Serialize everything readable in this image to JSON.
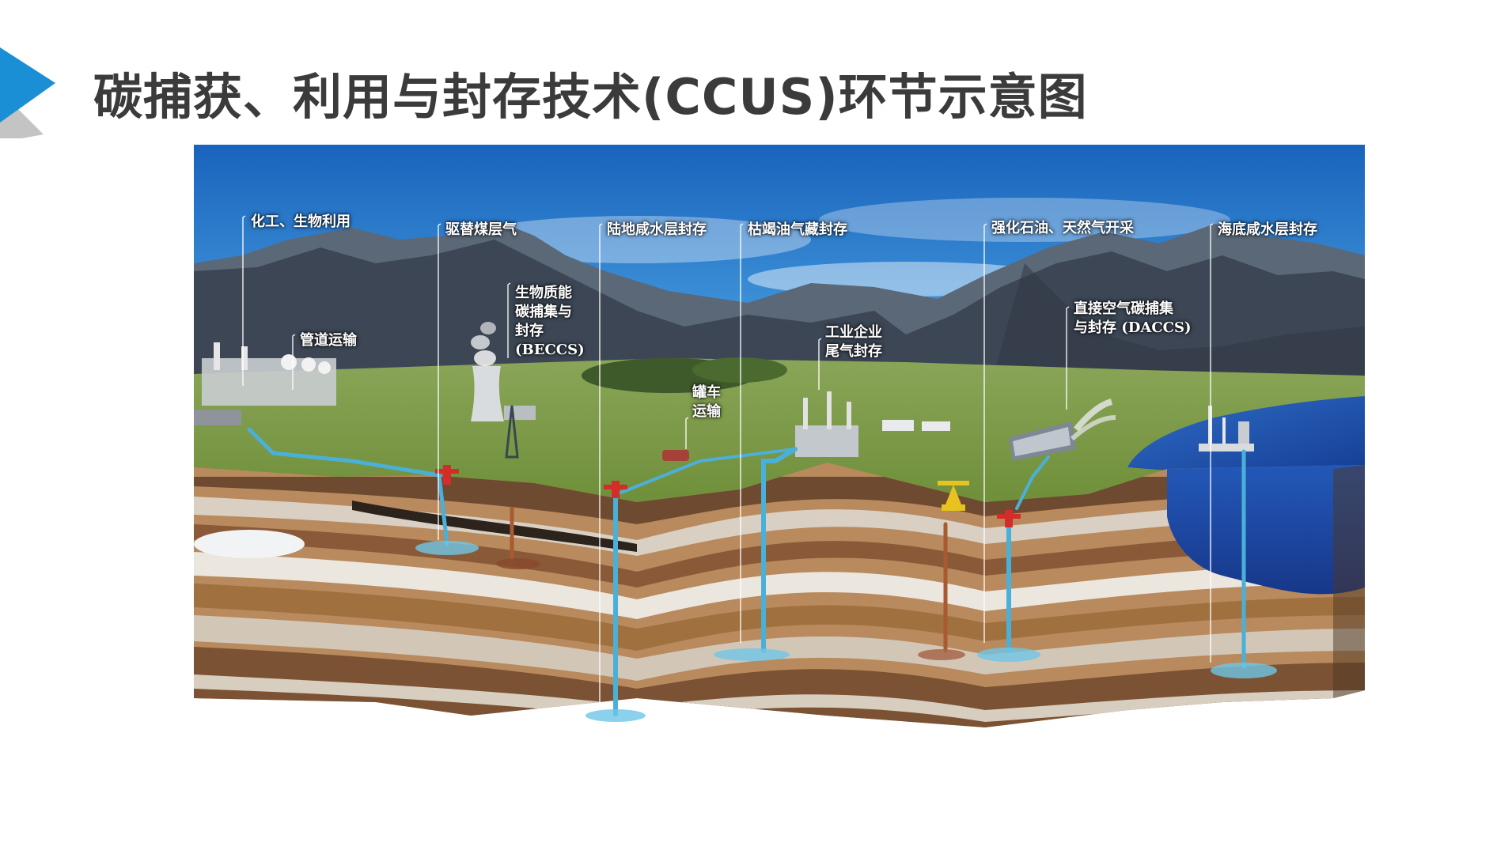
{
  "slide": {
    "title": "碳捕获、利用与封存技术(CCUS)环节示意图",
    "accent_color": "#1a8fd6",
    "accent_shadow_color": "#c4c4c4"
  },
  "diagram": {
    "sky_color": "#1f6fc6",
    "mountain_color": "#3c4654",
    "grass_color": "#7f9a44",
    "sea_color": "#1e49a8",
    "pipe_color": "#4bb0d8",
    "labels": {
      "chem_bio_use": "化工、生物利用",
      "ecbm": "驱替煤层气",
      "saline_onshore": "陆地咸水层封存",
      "depleted_reservoir": "枯竭油气藏封存",
      "eor_egr": "强化石油、天然气开采",
      "saline_offshore": "海底咸水层封存",
      "pipeline": "管道运输",
      "beccs": [
        "生物质能",
        "碳捕集与",
        "封存",
        "(BECCS)"
      ],
      "tanker": [
        "罐车",
        "运输"
      ],
      "industrial": [
        "工业企业",
        "尾气封存"
      ],
      "daccs": [
        "直接空气碳捕集",
        "与封存 (DACCS)"
      ]
    }
  }
}
